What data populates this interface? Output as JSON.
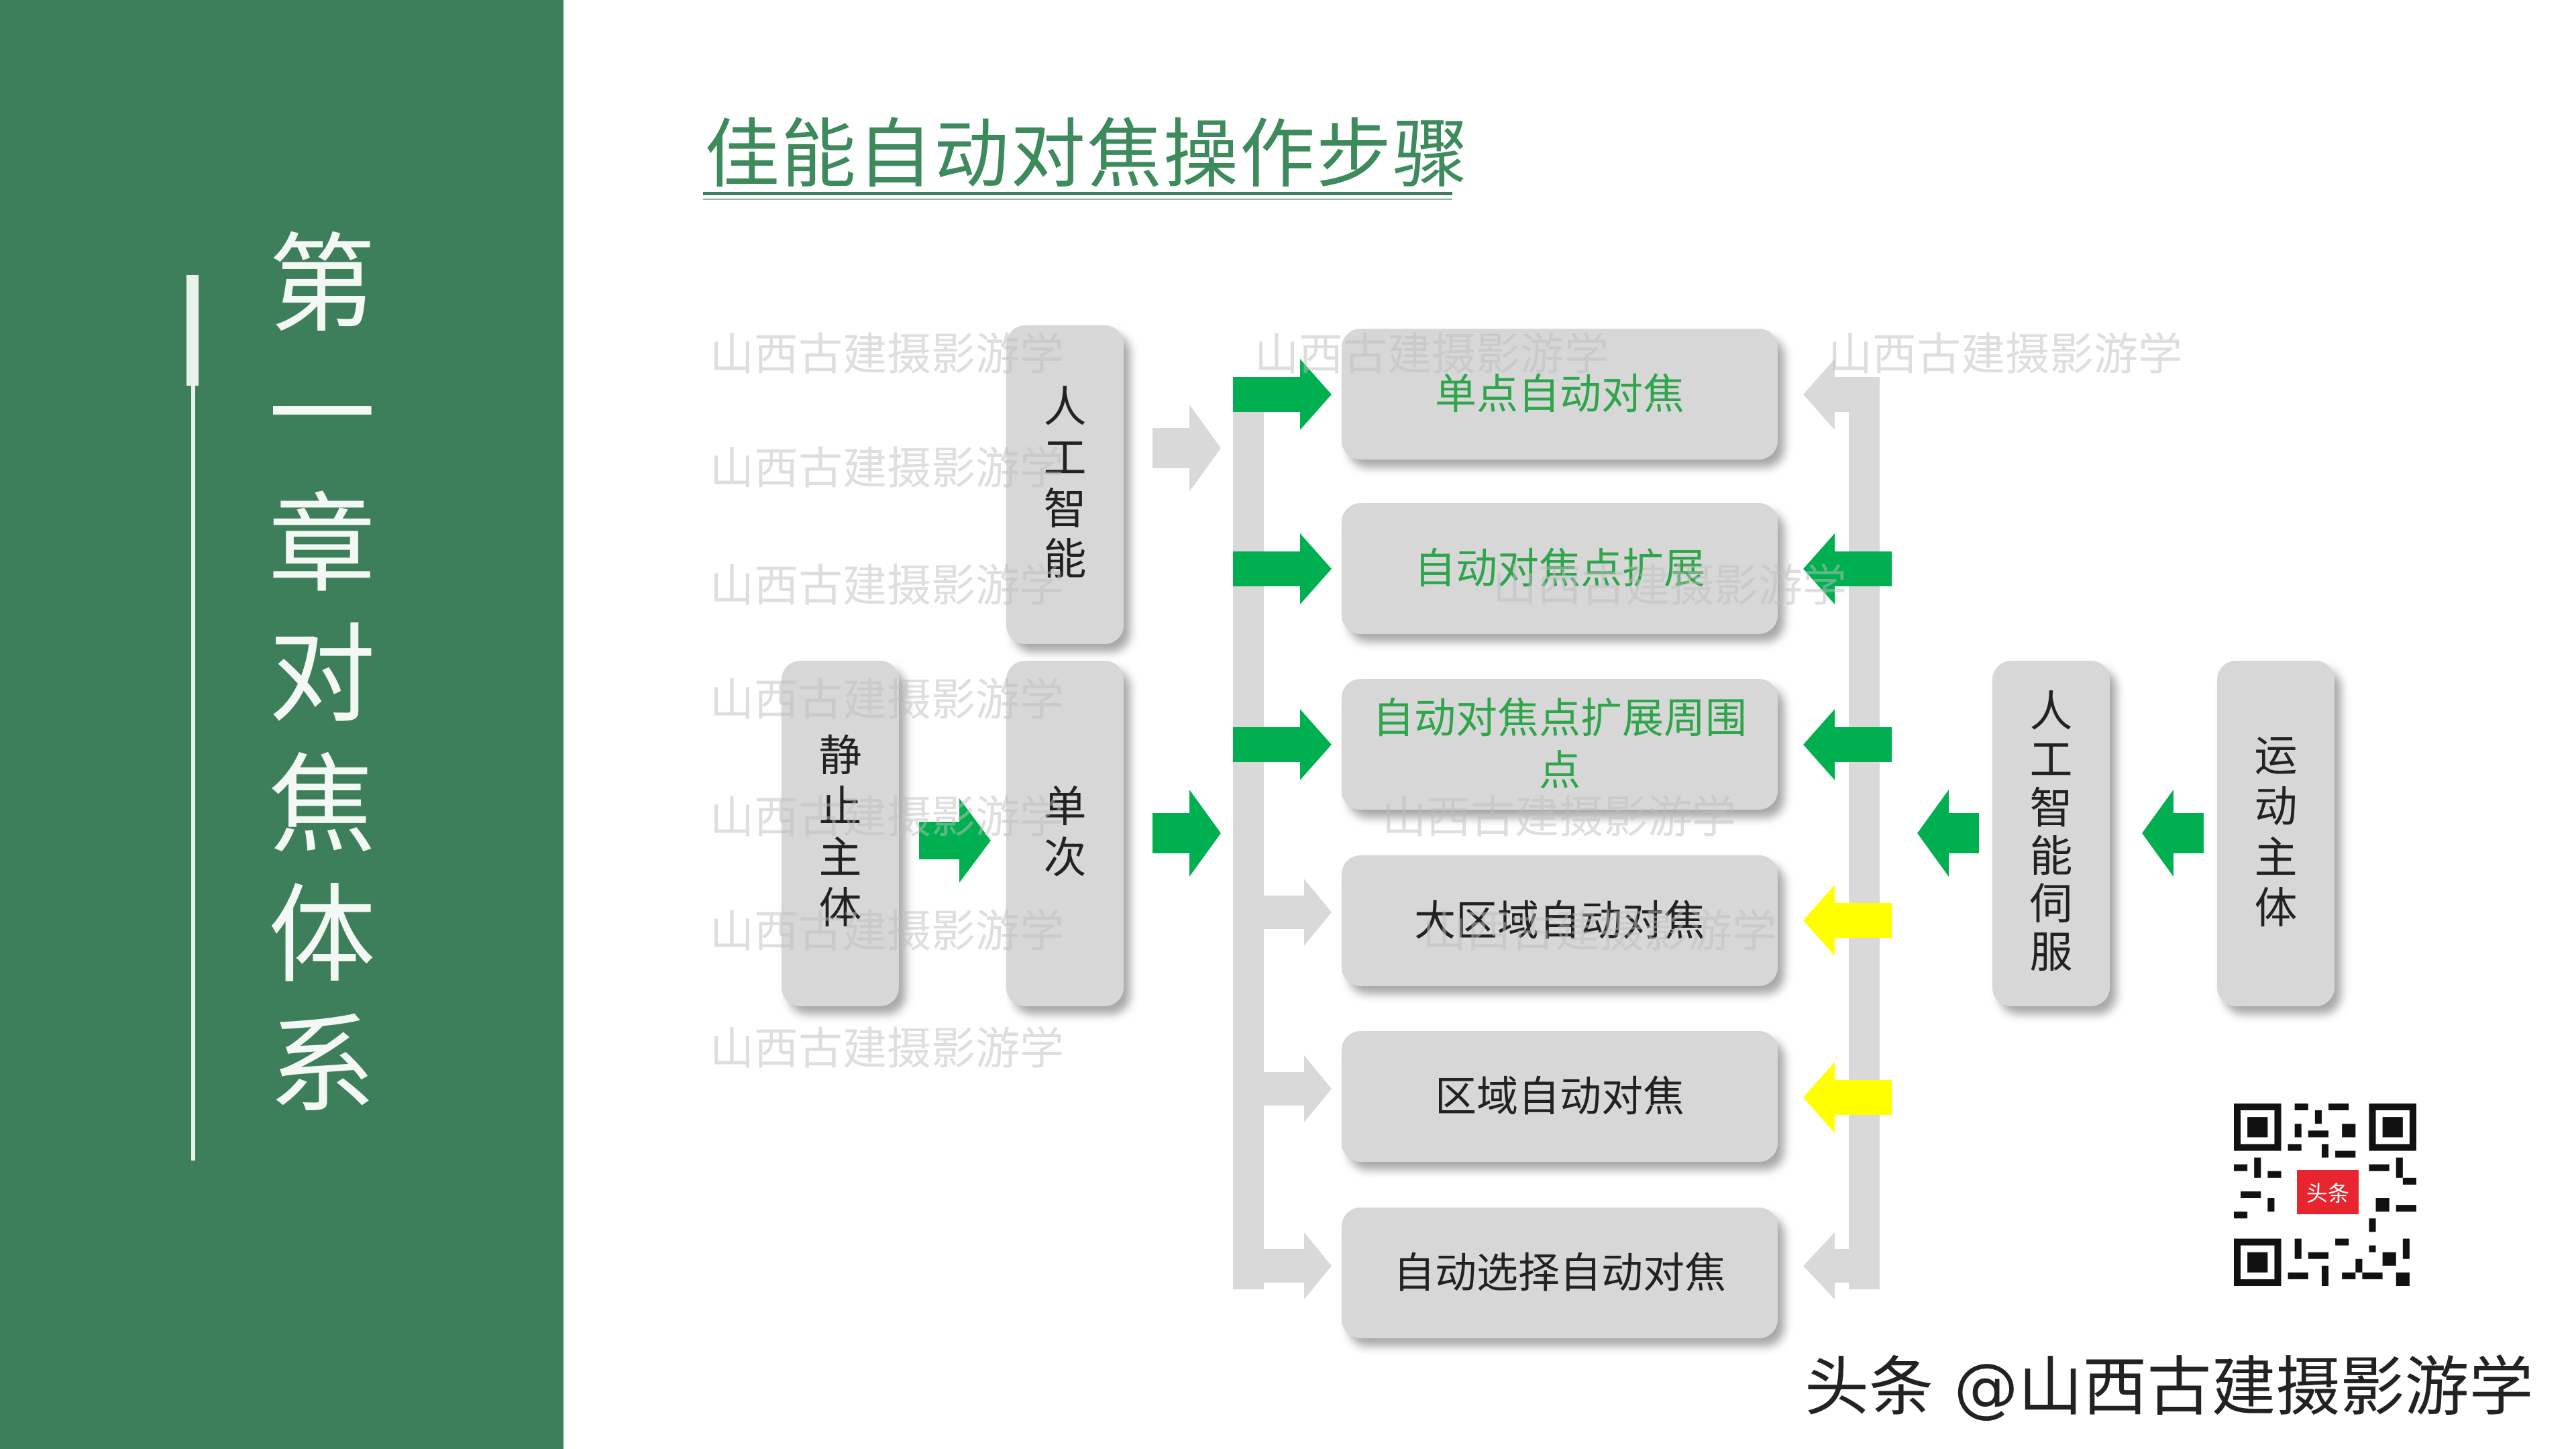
{
  "chapter": {
    "chars": [
      "第",
      "一",
      "章",
      "对",
      "焦",
      "体",
      "系"
    ]
  },
  "title": "佳能自动对焦操作步骤",
  "boxes": {
    "static_subject": [
      "静",
      "止",
      "主",
      "体"
    ],
    "ai": [
      "人",
      "工",
      "智",
      "能"
    ],
    "single": [
      "单",
      "次"
    ],
    "ai_servo": [
      "人",
      "工",
      "智",
      "能",
      "伺",
      "服"
    ],
    "moving_subject": [
      "运",
      "动",
      "主",
      "体"
    ],
    "modes": [
      "单点自动对焦",
      "自动对焦点扩展",
      "自动对焦点扩展周围点",
      "大区域自动对焦",
      "区域自动对焦",
      "自动选择自动对焦"
    ]
  },
  "colors": {
    "sidebar": "#3d7f5a",
    "accent_green": "#00b050",
    "highlight_yellow": "#ffff00",
    "arrow_gray": "#d9d9d9"
  },
  "watermark": "山西古建摄影游学",
  "qr_badge": "头条",
  "footer": "头条 @山西古建摄影游学"
}
